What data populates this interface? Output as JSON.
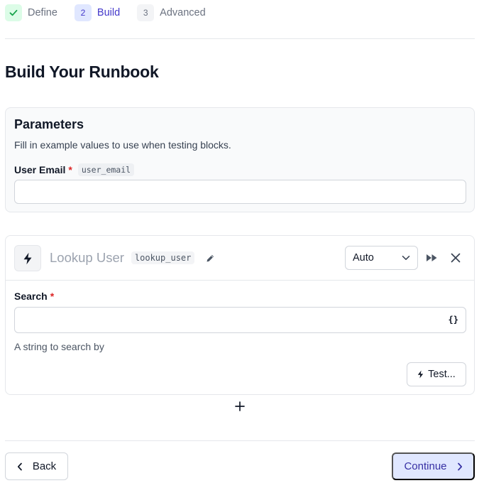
{
  "stepper": {
    "steps": [
      {
        "number": "",
        "label": "Define",
        "status": "complete",
        "icon": "check-icon"
      },
      {
        "number": "2",
        "label": "Build",
        "status": "active"
      },
      {
        "number": "3",
        "label": "Advanced",
        "status": "pending"
      }
    ]
  },
  "page": {
    "title": "Build Your Runbook"
  },
  "parameters": {
    "title": "Parameters",
    "description": "Fill in example values to use when testing blocks.",
    "fields": [
      {
        "label": "User Email",
        "required_mark": "*",
        "key": "user_email",
        "value": "",
        "placeholder": ""
      }
    ]
  },
  "block": {
    "icon": "lightning-bolt-icon",
    "title": "Lookup User",
    "key": "lookup_user",
    "mode_select": {
      "value": "Auto"
    },
    "fields": [
      {
        "label": "Search",
        "required_mark": "*",
        "value": "",
        "placeholder": "",
        "trailing_icon_text": "{}",
        "help": "A string to search by"
      }
    ],
    "test_button_label": "Test..."
  },
  "footer": {
    "back_label": "Back",
    "continue_label": "Continue"
  },
  "colors": {
    "accent": "#4338ca",
    "accent_bg": "#e0e7ff",
    "success_bg": "#dcfce7",
    "required": "#dc2626"
  }
}
